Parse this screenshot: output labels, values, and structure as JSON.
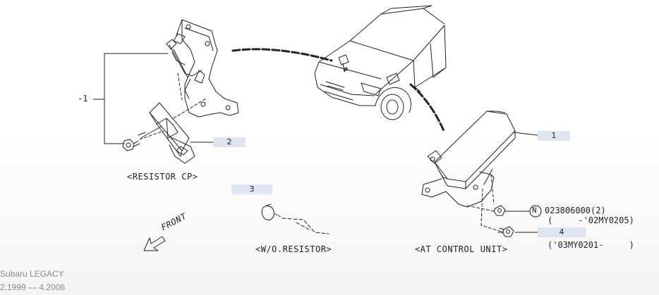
{
  "callouts": [
    {
      "id": "1",
      "label": "1"
    },
    {
      "id": "2",
      "label": "2"
    },
    {
      "id": "3",
      "label": "3"
    },
    {
      "id": "4",
      "label": "4"
    }
  ],
  "labels": {
    "ref_minus1": "-1",
    "resistor_cp": "<RESISTOR CP>",
    "wo_resistor": "<W/O.RESISTOR>",
    "at_control_unit": "<AT CONTROL UNIT>",
    "front": "FRONT",
    "nut_symbol": "N",
    "part_number": "023806000(2)",
    "range_1": "(     -'02MY0205)",
    "range_2": "('03MY0201-     )"
  },
  "footer": {
    "model": "Subaru LEGACY",
    "years": "2.1999 — 4.2006"
  }
}
